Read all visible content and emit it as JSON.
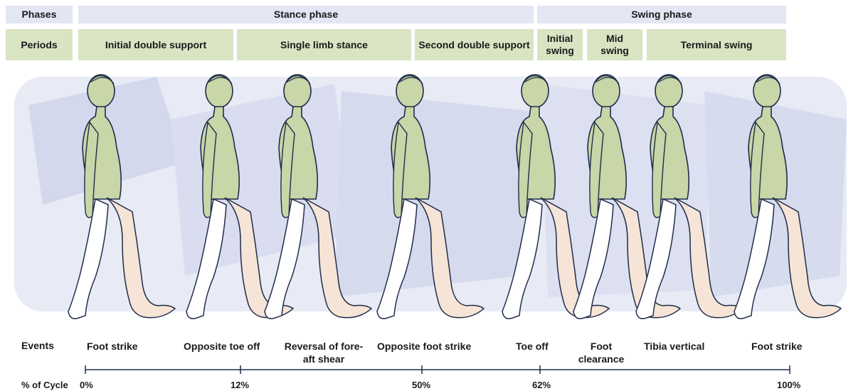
{
  "rows": {
    "phases_label": "Phases",
    "periods_label": "Periods",
    "events_label": "Events",
    "cycle_label": "% of Cycle"
  },
  "phases": [
    "Stance phase",
    "Swing phase"
  ],
  "periods": [
    "Initial double support",
    "Single limb stance",
    "Second double support",
    "Initial swing",
    "Mid swing",
    "Terminal swing"
  ],
  "events": [
    "Foot strike",
    "Opposite toe off",
    "Reversal of fore-aft shear",
    "Opposite foot strike",
    "Toe off",
    "Foot clearance",
    "Tibia vertical",
    "Foot strike"
  ],
  "cycle_ticks": [
    "0%",
    "12%",
    "50%",
    "62%",
    "100%"
  ],
  "colors": {
    "phase_fill": "#e3e6f3",
    "period_fill": "#d9e4c3",
    "figure_green": "#c8d6a8",
    "figure_blue": "#c9cee6",
    "leg_skin": "#f6e4d6",
    "outline": "#1f2d4a"
  }
}
